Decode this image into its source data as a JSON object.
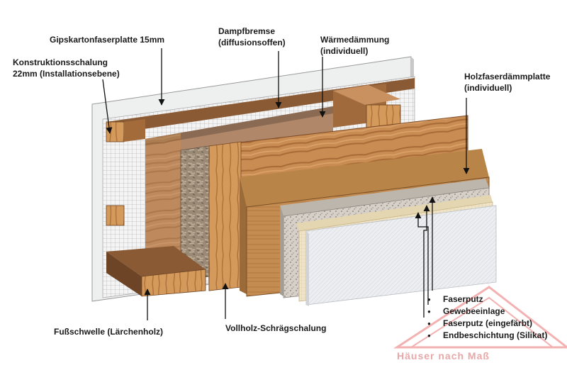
{
  "labels": {
    "gipskarton": "Gipskartonfaserplatte 15mm",
    "dampfbremse_1": "Dampfbremse",
    "dampfbremse_2": "(diffusionsoffen)",
    "waermedaemmung_1": "Wärmedämmung",
    "waermedaemmung_2": "(individuell)",
    "konstruktion_1": "Konstruktionsschalung",
    "konstruktion_2": "22mm (Installationsebene)",
    "holzfaser_1": "Holzfaserdämmplatte",
    "holzfaser_2": "(individuell)",
    "fussschwelle": "Fußschwelle (Lärchenholz)",
    "vollholz": "Vollholz-Schrägschalung"
  },
  "plaster_layers": [
    "Faserputz",
    "Gewebeeinlage",
    "Faserputz (eingefärbt)",
    "Endbeschichtung (Silikat)"
  ],
  "watermark": "Häuser nach Maß",
  "colors": {
    "gypsum": "#eef0ef",
    "mesh": "#dcdcdc",
    "wood_light": "#d8a56a",
    "wood_mid": "#b97a45",
    "wood_dark": "#8a5a34",
    "fiberboard": "#c28a4c",
    "plaster_grey": "#cfcac2",
    "plaster_cream": "#ece2c8",
    "render_white": "#e9ebee"
  }
}
